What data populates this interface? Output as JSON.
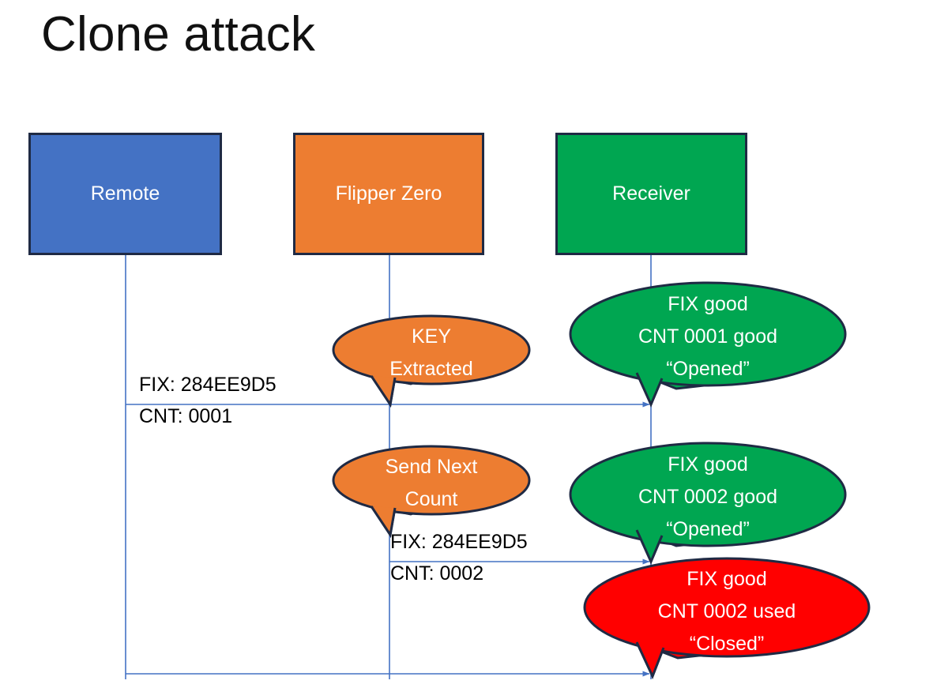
{
  "slide": {
    "title": "Clone attack",
    "background": "#FFFFFF"
  },
  "colors": {
    "remote_fill": "#4472C4",
    "flipper_fill": "#ED7D31",
    "receiver_fill": "#00A651",
    "alert_fill": "#FF0000",
    "outline": "#1F2A44",
    "lifeline": "#4472C4",
    "label_text": "#000000",
    "box_text": "#FFFFFF"
  },
  "lanes": [
    {
      "id": "remote",
      "label": "Remote"
    },
    {
      "id": "flipper",
      "label": "Flipper Zero"
    },
    {
      "id": "receiver",
      "label": "Receiver"
    }
  ],
  "messages": [
    {
      "id": "msg1",
      "from": "remote",
      "to": "receiver",
      "line1": "FIX: 284EE9D5",
      "line2": "CNT: 0001"
    },
    {
      "id": "msg2",
      "from": "flipper",
      "to": "receiver",
      "line1": "FIX: 284EE9D5",
      "line2": "CNT: 0002"
    },
    {
      "id": "msg3",
      "from": "remote",
      "to": "receiver",
      "line1": "",
      "line2": ""
    }
  ],
  "callouts": [
    {
      "id": "key-extracted",
      "owner": "flipper",
      "color": "#ED7D31",
      "text": "KEY\nExtracted"
    },
    {
      "id": "send-next",
      "owner": "flipper",
      "color": "#ED7D31",
      "text": "Send Next\nCount"
    },
    {
      "id": "receiver-ok-1",
      "owner": "receiver",
      "color": "#00A651",
      "text": "FIX good\nCNT 0001 good\n“Opened”"
    },
    {
      "id": "receiver-ok-2",
      "owner": "receiver",
      "color": "#00A651",
      "text": "FIX good\nCNT 0002 good\n“Opened”"
    },
    {
      "id": "receiver-deny",
      "owner": "receiver",
      "color": "#FF0000",
      "text": "FIX good\nCNT 0002 used\n“Closed”"
    }
  ]
}
